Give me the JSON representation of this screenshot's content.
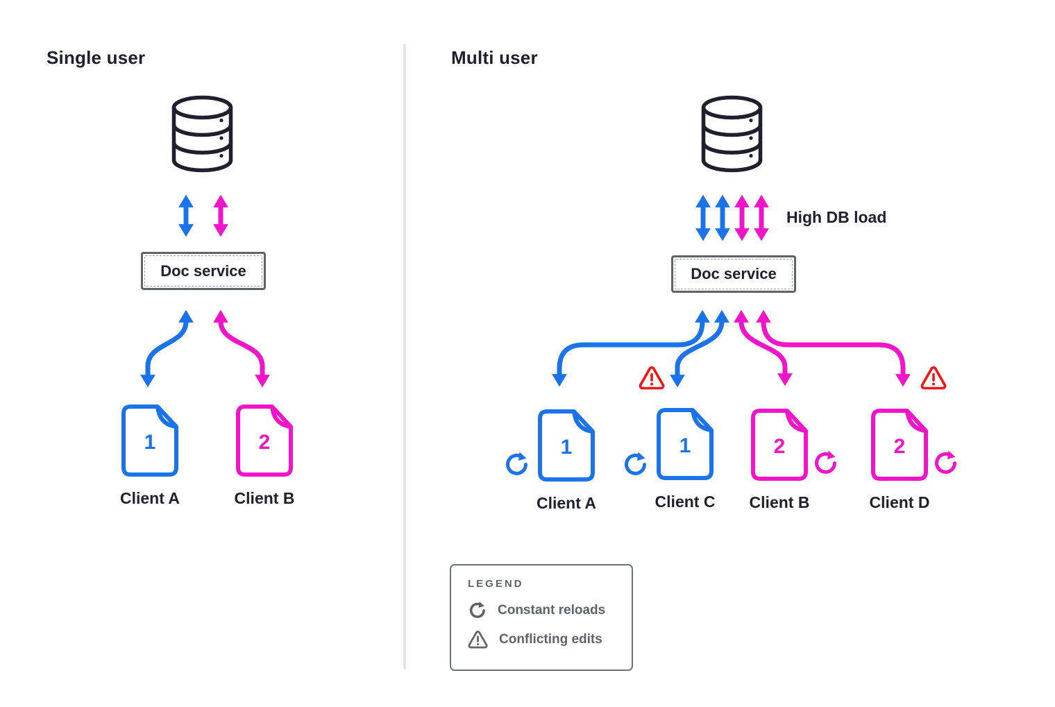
{
  "colors": {
    "blue": "#1a73e8",
    "magenta": "#f214c8",
    "red": "#f41414",
    "ink": "#1f1f2e",
    "gray": "#5f6368",
    "divider": "#e2e4e8"
  },
  "left_panel": {
    "title": "Single user",
    "db_icon": "database-icon",
    "doc_service_label": "Doc service",
    "clients": [
      {
        "label": "Client A",
        "doc_number": "1",
        "color": "blue"
      },
      {
        "label": "Client B",
        "doc_number": "2",
        "color": "magenta"
      }
    ]
  },
  "right_panel": {
    "title": "Multi user",
    "db_icon": "database-icon",
    "high_db_load_label": "High DB load",
    "doc_service_label": "Doc service",
    "clients": [
      {
        "label": "Client A",
        "doc_number": "1",
        "color": "blue",
        "reload_icon": "reload-icon",
        "reload_side": "left"
      },
      {
        "label": "Client C",
        "doc_number": "1",
        "color": "blue",
        "reload_icon": "reload-icon",
        "reload_side": "left",
        "warning_icon": "warning-icon"
      },
      {
        "label": "Client B",
        "doc_number": "2",
        "color": "magenta",
        "reload_icon": "reload-icon",
        "reload_side": "right"
      },
      {
        "label": "Client D",
        "doc_number": "2",
        "color": "magenta",
        "reload_icon": "reload-icon",
        "reload_side": "right",
        "warning_icon": "warning-icon"
      }
    ]
  },
  "legend": {
    "title": "LEGEND",
    "items": [
      {
        "icon": "reload-icon",
        "label": "Constant reloads"
      },
      {
        "icon": "warning-icon",
        "label": "Conflicting edits"
      }
    ]
  }
}
